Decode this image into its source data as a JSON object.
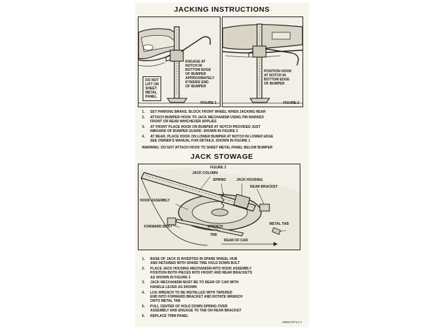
{
  "section1": {
    "title": "JACKING INSTRUCTIONS",
    "figure1": {
      "caption": "FIGURE 1",
      "note_engage": "ENGAGE AT\nNOTCH IN\nBOTTOM EDGE\nOF BUMPER\nAPPROXIMATELY\n8\"INSIDE END\nOF BUMPER",
      "note_warning": "DO NOT\nLIFT ON\nSHEET\nMETAL\nPANEL"
    },
    "figure2": {
      "caption": "FIGURE 2",
      "note_position": "POSITION HOOK\nAT NOTCH IN\nBOTTOM EDGE\nOF BUMPER"
    },
    "steps": [
      {
        "num": "1.",
        "text": "SET PARKING BRAKE. BLOCK FRONT WHEEL WHEN JACKING REAR"
      },
      {
        "num": "2.",
        "text": "ATTACH BUMPER HOOK TO JACK MECHANISM USING PIN MARKED\nFRONT OR REAR WHICHEVER APPLIES"
      },
      {
        "num": "3.",
        "text": "AT FRONT PLACE HOOK ON BUMPER AT NOTCH PROVIDED JUST\nINBOARD OF BUMPER GUARD. SHOWN IN FIGURE 2"
      },
      {
        "num": "4.",
        "text": "AT REAR. PLACE HOOK ON LOWER BUMPER AT NOTCH IN LOWER EDGE\nSEE OWNER'S MANUAL FOR DETAILS. SHOWN IN FIGURE 1"
      }
    ],
    "warning": "WARNING:  DO NOT ATTACH HOOK TO SHEET METAL PANEL BELOW BUMPER"
  },
  "section2": {
    "title": "JACK STOWAGE",
    "figure3": {
      "caption": "FIGURE 3",
      "labels": {
        "jack_column": "JACK COLUMN",
        "spring": "SPRING",
        "jack_housing": "JACK HOUSING",
        "rear_bracket": "REAR BRACKET",
        "hook_assembly": "HOOK ASSEMBLY",
        "forward_brkt": "FORWARD BRKT",
        "wrench": "WRENCH",
        "tab": "TAB",
        "metal_tab": "METAL TAB",
        "rear_of_car": "REAR OF CAR"
      }
    },
    "steps": [
      {
        "num": "1.",
        "text": "BASE OF JACK IS INVERTED IN SPARE WHEEL HUB\nAND RETAINED WITH SPARE TIRE HOLD DOWN BOLT"
      },
      {
        "num": "2.",
        "text": "PLACE JACK HOUSING MECHANISM INTO HOOK ASSEMBLY\nPOSITION BOTH PIECES INTO FRONT AND REAR BRACKETS\nAS SHOWN IN FIGURE 3"
      },
      {
        "num": "3.",
        "text": "JACK MECHANISM MUST BE TO REAR OF CAR WITH\nHANDLE LEVER AS SHOWN"
      },
      {
        "num": "4.",
        "text": "LUG WRENCH TO BE INSTALLED WITH TAPERED\nEND INTO FORWARD BRACKET AND ROTATE WRENCH\nONTO METAL TAB"
      },
      {
        "num": "5.",
        "text": "PULL CENTER OF HOLD DOWN SPRING OVER\nASSEMBLY AND ENGAGE TO TAB ON REAR BRACKET"
      },
      {
        "num": "6.",
        "text": "REPLACE TRIM PANEL"
      }
    ]
  },
  "part_number": "1958176714 A"
}
